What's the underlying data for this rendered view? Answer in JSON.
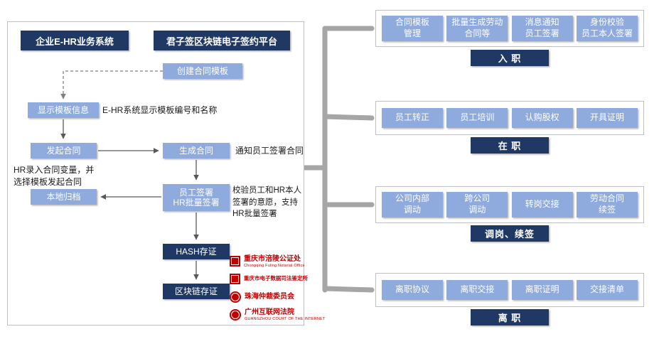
{
  "left_panel": {
    "header_ehr": "企业E-HR业务系统",
    "header_platform": "君子签区块链电子签约平台",
    "nodes": {
      "create_template": "创建合同模板",
      "display_template": "显示模板信息",
      "display_template_note": "E-HR系统显示模板编号和名称",
      "initiate_contract": "发起合同",
      "initiate_contract_note": "HR录入合同变量，并\n选择模板发起合同",
      "generate_contract": "生成合同",
      "generate_contract_note": "通知员工签署合同",
      "sign_contract": "员工签署\nHR批量签署",
      "sign_contract_note": "校验员工和HR本人\n签署的意愿，支持\nHR批量签署",
      "local_archive": "本地归档",
      "hash_deposit": "HASH存证",
      "blockchain_deposit": "区块链存证"
    },
    "logos": [
      {
        "name": "重庆市涪陵公证处",
        "subtitle": "Chongqing Fuling Notarial Office"
      },
      {
        "name": "重庆市电子数据司法鉴定所",
        "subtitle": ""
      },
      {
        "name": "珠海仲裁委员会",
        "subtitle": ""
      },
      {
        "name": "广州互联网法院",
        "subtitle": "GUANGZHOU COURT OF THE INTERNET"
      }
    ]
  },
  "stages": [
    {
      "label": "入 职",
      "items": [
        "合同模板\n管理",
        "批量生成劳动\n合同等",
        "消息通知\n员工签署",
        "身份校验\n员工本人签署"
      ]
    },
    {
      "label": "在 职",
      "items": [
        "员工转正",
        "员工培训",
        "认购股权",
        "开具证明"
      ]
    },
    {
      "label": "调岗、续签",
      "items": [
        "公司内部\n调动",
        "跨公司\n调动",
        "转岗交接",
        "劳动合同\n续签"
      ]
    },
    {
      "label": "离 职",
      "items": [
        "离职协议",
        "离职交接",
        "离职证明",
        "交接清单"
      ]
    }
  ],
  "colors": {
    "navy": "#1f3864",
    "light_blue": "#8faadc",
    "connector_gray": "#a6a6a6",
    "seal_red": "#c00000"
  }
}
